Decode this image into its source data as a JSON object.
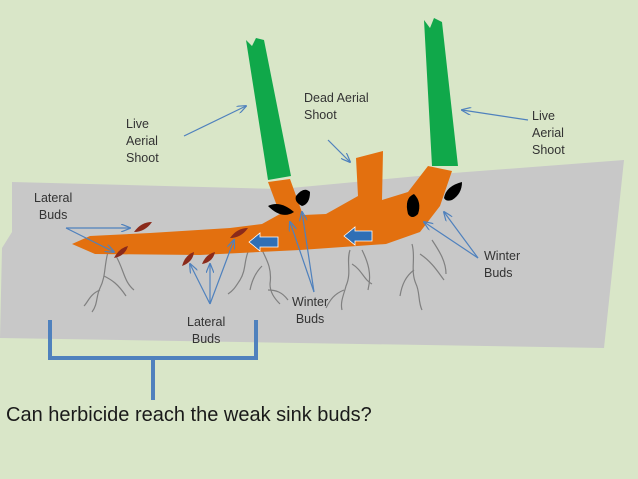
{
  "labels": {
    "live_aerial_shoot_left": "Live\nAerial\nShoot",
    "dead_aerial_shoot": "Dead Aerial\nShoot",
    "live_aerial_shoot_right": "Live\nAerial\nShoot",
    "lateral_buds_left": "Lateral\nBuds",
    "winter_buds_right": "Winter\nBuds",
    "winter_buds_center": "Winter\nBuds",
    "lateral_buds_center": "Lateral\nBuds"
  },
  "caption": "Can herbicide reach the weak sink buds?",
  "colors": {
    "background": "#d9e6c8",
    "soil": "#c8c8c8",
    "rhizome": "#e3700f",
    "live_shoot": "#10a84a",
    "lateral_bud": "#8b2a1a",
    "winter_bud": "#000000",
    "pointer": "#4f81bd",
    "flow_arrow": "#2f6fb5",
    "roots": "#777777"
  }
}
